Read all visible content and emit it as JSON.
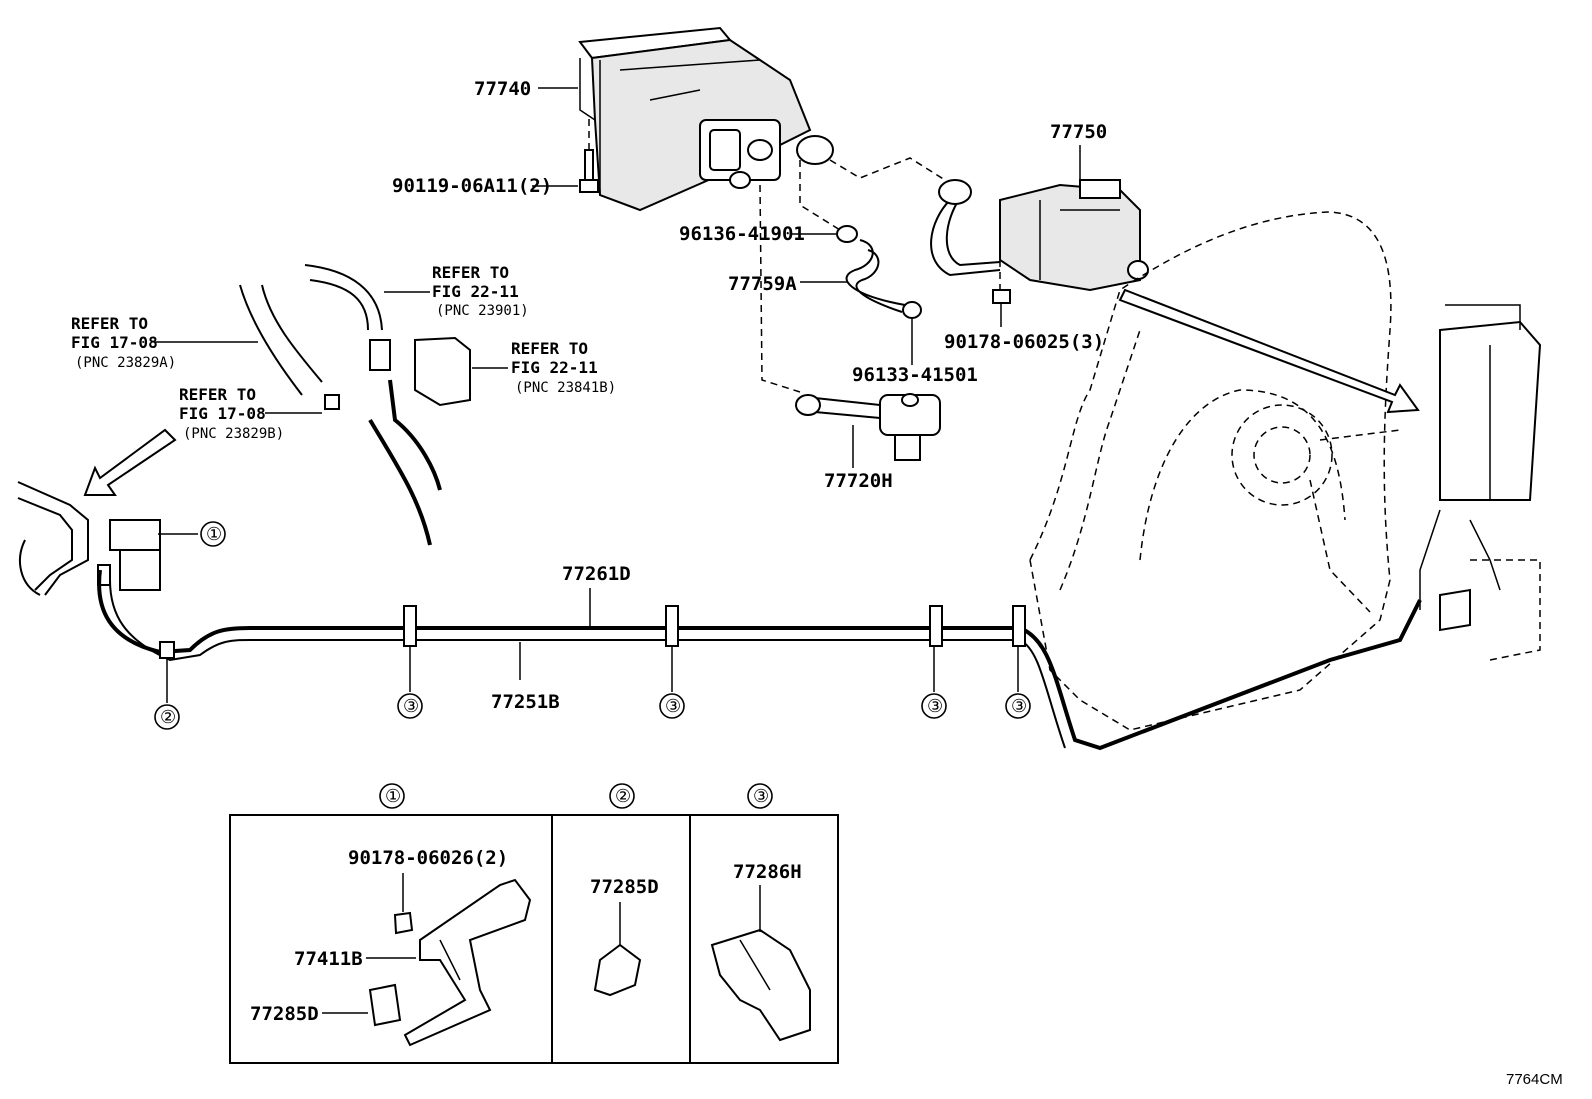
{
  "diagram": {
    "code": "7764CM",
    "labels": {
      "p77740": "77740",
      "p77750": "77750",
      "p90119": "90119-06A11(2)",
      "p96136": "96136-41901",
      "p77759A": "77759A",
      "p90178_3": "90178-06025(3)",
      "p96133": "96133-41501",
      "p77720H": "77720H",
      "p77261D": "77261D",
      "p77251B": "77251B",
      "p90178_2": "90178-06026(2)",
      "p77411B": "77411B",
      "p77285D_a": "77285D",
      "p77285D_b": "77285D",
      "p77286H": "77286H"
    },
    "refs": {
      "r1": {
        "line1": "REFER TO",
        "line2": "FIG 22-11",
        "line3": "(PNC 23901)"
      },
      "r2": {
        "line1": "REFER TO",
        "line2": "FIG 17-08",
        "line3": "(PNC 23829A)"
      },
      "r3": {
        "line1": "REFER TO",
        "line2": "FIG 22-11",
        "line3": "(PNC 23841B)"
      },
      "r4": {
        "line1": "REFER TO",
        "line2": "FIG 17-08",
        "line3": "(PNC 23829B)"
      }
    },
    "callouts": {
      "c1": "①",
      "c2": "②",
      "c3a": "③",
      "c3b": "③",
      "c3c": "③",
      "c3d": "③",
      "h1": "①",
      "h2": "②",
      "h3": "③"
    }
  }
}
